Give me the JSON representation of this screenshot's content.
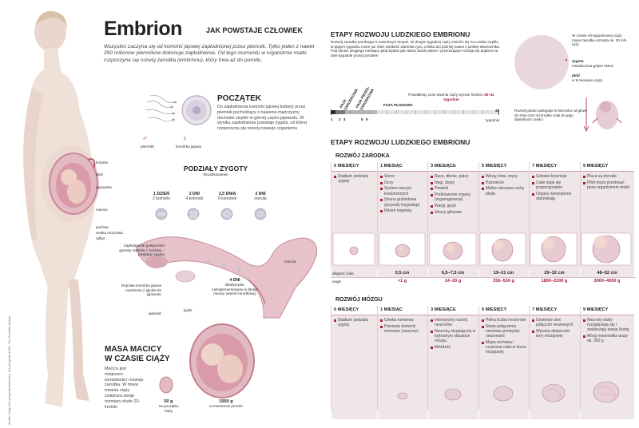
{
  "title": {
    "main": "Embrion",
    "sub": "JAK POWSTAJE CZŁOWIEK"
  },
  "lead": "Wszystko zaczyna się od komórki jajowej zapłodnionej przez plemnik. Tylko jeden z nawet 200 milionów plemników dokonuje zapłodnienia. Od tego momentu w organizmie matki rozpoczyna się rozwój zarodka (embrionu), który trwa aż do porodu.",
  "body_labels": {
    "lozysko": "łożysko",
    "plod": "płód",
    "pepowina": "pępowina",
    "macica": "macica",
    "pochwa": "pochwa",
    "cewka": "cewka moczowa",
    "odbyt": "odbyt"
  },
  "beginning": {
    "title": "POCZĄTEK",
    "text": "Do zapłodnienia komórki jajowej kobiety przez plemnik pochodzący z nasienia mężczyzny dochodzi zwykle w górnej części jajowodu. W wyniku zapłodnienia powstaje zygota, od której rozpoczyna się rozwój nowego organizmu",
    "sperm_label": "plemniki",
    "egg_label": "komórka jajowa",
    "male_symbol": "♂",
    "female_symbol": "♀"
  },
  "zygote": {
    "title": "PODZIAŁY ZYGOTY",
    "subtitle": "(bruzdkowanie)",
    "stages": [
      {
        "day": "1 DZIEŃ",
        "desc": "2 komórki"
      },
      {
        "day": "2 DNI",
        "desc": "4 komórki"
      },
      {
        "day": "2,5 DNIA",
        "desc": "8 komórek"
      },
      {
        "day": "3 DNI",
        "desc": "morula"
      }
    ],
    "fertilization": "Zapłodnienie (połączenie gamety męskiej z żeńską) – powstaje zygota",
    "ripe_egg": "Dojrzała komórka jajowa uwolniona z jajnika do jajowodu",
    "jajowod": "jajowód",
    "jajnik": "jajnik",
    "days4_title": "4 DNI",
    "days4_text": "Blastocysta zaimplementowana w błonie macicy (węzeł zarodkowy)",
    "macica": "macica"
  },
  "uterus_mass": {
    "title1": "MASA MACICY",
    "title2": "W CZASIE CIĄŻY",
    "text": "Macica jest miejscem wzrastania i rozwoju zarodka. W miarę trwania ciąży zwiększa swoje rozmiary około 20-krotnie",
    "v1": "50 g",
    "l1": "na początku ciąży",
    "v2": "1000 g",
    "l2": "w momencie porodu"
  },
  "stages_top": {
    "title": "ETAPY ROZWOJU LUDZKIEGO EMBRIONU",
    "text": "Rozwój zarodka przebiega w zawrotnym tempie. W drugim tygodniu ciąży zmieści się na czubku szpilki, w piątym tygodniu może już mieć wielkość ziarenka ryżu, a kilka dni później nawet z pestkę słonecznika. Pod koniec drugiego miesiąca płód będzie jak ziarno fasoli piękne i przerażające rozwija się dopiero na dnie tygodnie przed porodem",
    "phase_embryo": "FAZA ZARODKOWA",
    "phase_pre": "FAZA PRZED- ZARODKOWA",
    "phase_fetal": "FAZA PŁODOWA",
    "ticks": [
      "1",
      "3",
      "4",
      "8",
      "9",
      "40"
    ],
    "weeks": "tygodnie",
    "duration_text": "Prawidłowy czas trwania ciąży wynosi średnio",
    "duration_value": "38–42 tygodnie",
    "circle_text": "W czasie 40-tygodniowej ciąży masa zarodka wzrasta ok. 30 mln razy",
    "zygota": "zygota",
    "zygota_desc": "niewidoczna gołym okiem",
    "plod": "płód",
    "plod_desc": "w 9 miesiącu ciąży",
    "direction_text": "Rozwój płodu następuje w kierunku od głowy do stóp oraz od środka ciała do jego dystalnych części"
  },
  "stages_main_title": "ETAPY ROZWOJU LUDZKIEGO EMBRIONU",
  "embryo_dev": {
    "title": "ROZWÓJ ZARODKA",
    "columns": [
      {
        "head": "0 MIESIĘCY",
        "items": [
          "Stadium podziału zygoty"
        ],
        "length": "",
        "weight": ""
      },
      {
        "head": "1 MIESIĄC",
        "items": [
          "Serce",
          "Oczy",
          "System naczyń krwionośnych",
          "Struna grzbietowa (przyszły kręgosłup)",
          "Rdzeń kręgowy"
        ],
        "length": "0,5 cm",
        "weight": "<1 g"
      },
      {
        "head": "3 MIESIĄCE",
        "items": [
          "Ręce, dłonie, palce",
          "Nogi, stopy",
          "Powieki",
          "Podstawowe organy (organogeneza)",
          "Wargi, język",
          "Struny głosowe"
        ],
        "length": "6,5–7,5 cm",
        "weight": "14–20 g"
      },
      {
        "head": "5 MIESIĘCY",
        "items": [
          "Włosy, brwi, rzęsy",
          "Paznokcie",
          "Matka odczuwa ruchy płodu"
        ],
        "length": "19–21 cm",
        "weight": "350–530 g"
      },
      {
        "head": "7 MIESIĘCY",
        "items": [
          "Szkielet kostnieje",
          "Ciało staje się proporcjonalne",
          "Organy wewnętrzne dojrzewają"
        ],
        "length": "29–32 cm",
        "weight": "1800–2200 g"
      },
      {
        "head": "9 MIESIĘCY",
        "items": [
          "Płuca są dorosłe",
          "Płód może przetrwać poza organizmem matki"
        ],
        "length": "48–52 cm",
        "weight": "3000–4000 g"
      }
    ],
    "length_label": "długość ciała",
    "weight_label": "waga"
  },
  "brain_dev": {
    "title": "ROZWÓJ MÓZGU",
    "columns": [
      {
        "head": "0 MIESIĘCY",
        "items": [
          "Stadium podziału zygoty"
        ]
      },
      {
        "head": "1 MIESIĄC",
        "items": [
          "Cewka nerwowa",
          "Pierwsze komórki nerwowe (neurony)"
        ]
      },
      {
        "head": "3 MIESIĄCE",
        "items": [
          "Intensywny rozwój neuronów",
          "Neurony skupiają się w wybranym obszarze mózgu",
          "Móżdżek"
        ]
      },
      {
        "head": "5 MIESIĘCY",
        "items": [
          "Pełna liczba neuronów",
          "Nowe połączenia nerwowe pomiędzy neuronami",
          "Mapa ruchowa i czuciowa ciała w korze mózgowej"
        ]
      },
      {
        "head": "7 MIESIĘCY",
        "items": [
          "Gęstnieje sieć połączeń nerwowych",
          "Wysoka aktywność kory mózgowej"
        ]
      },
      {
        "head": "9 MIESIĘCY",
        "items": [
          "Neurony dalej rozgałęziają się i zwiększają swoją liczbę",
          "Mózg noworodka waży ok. 350 g"
        ]
      }
    ]
  },
  "credit": "Źródło: Getty, Encyklopedia Britannica, Encyklopedia PWN, The Scientific Nature",
  "colors": {
    "accent": "#a3203a",
    "panel": "#efe6e8",
    "skin": "#efe0d8",
    "circle": "#ead7dc"
  }
}
